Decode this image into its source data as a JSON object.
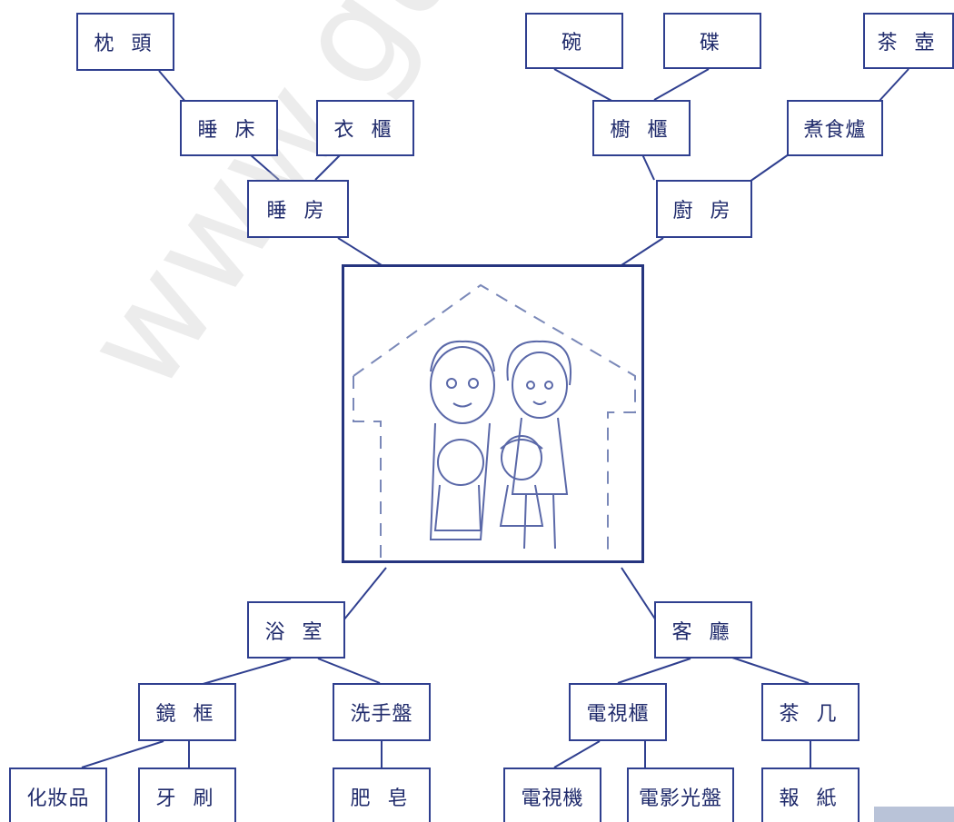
{
  "center": {
    "image": "family-house-illustration"
  },
  "nodes": {
    "bedroom": "睡 房",
    "kitchen": "廚 房",
    "bathroom": "浴 室",
    "living_room": "客 廳",
    "bed": "睡 床",
    "wardrobe": "衣 櫃",
    "pillow": "枕 頭",
    "cupboard": "櫥 櫃",
    "stove": "煮食爐",
    "bowl": "碗",
    "plate": "碟",
    "teapot": "茶 壺",
    "mirror_frame": "鏡 框",
    "washbasin": "洗手盤",
    "cosmetics": "化妝品",
    "toothbrush": "牙 刷",
    "soap": "肥 皂",
    "tv_cabinet": "電視櫃",
    "coffee_table": "茶 几",
    "television": "電視機",
    "dvd": "電影光盤",
    "newspaper": "報 紙"
  }
}
